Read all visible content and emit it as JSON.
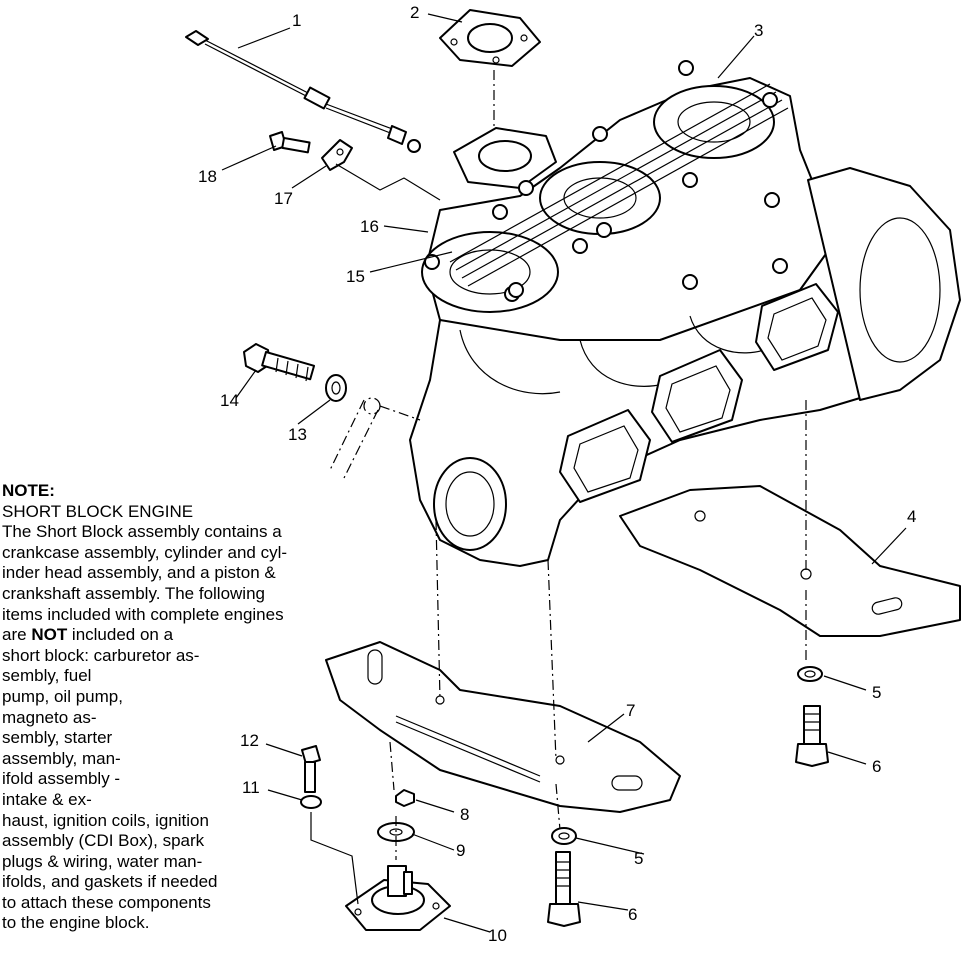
{
  "callouts": {
    "c1": "1",
    "c2": "2",
    "c3": "3",
    "c4": "4",
    "c5a": "5",
    "c5b": "5",
    "c6a": "6",
    "c6b": "6",
    "c7": "7",
    "c8": "8",
    "c9": "9",
    "c10": "10",
    "c11": "11",
    "c12": "12",
    "c13": "13",
    "c14": "14",
    "c15": "15",
    "c16": "16",
    "c17": "17",
    "c18": "18"
  },
  "note": {
    "heading": "NOTE:",
    "lines": [
      "SHORT BLOCK ENGINE",
      "The Short Block assembly contains a",
      "crankcase assembly, cylinder and cyl-",
      "inder head assembly, and a piston &",
      "crankshaft assembly.  The following",
      "items included with complete engines",
      "are",
      "NOT",
      " included on a",
      "short block:  carburetor as-",
      "sembly, fuel",
      "pump, oil pump,",
      "magneto as-",
      "sembly, starter",
      "assembly, man-",
      "ifold assembly -",
      "intake & ex-",
      "haust, ignition coils, ignition",
      "assembly (CDI Box), spark",
      "plugs & wiring, water man-",
      "ifolds, and gaskets if needed",
      "to attach these components",
      "to the engine block."
    ]
  }
}
